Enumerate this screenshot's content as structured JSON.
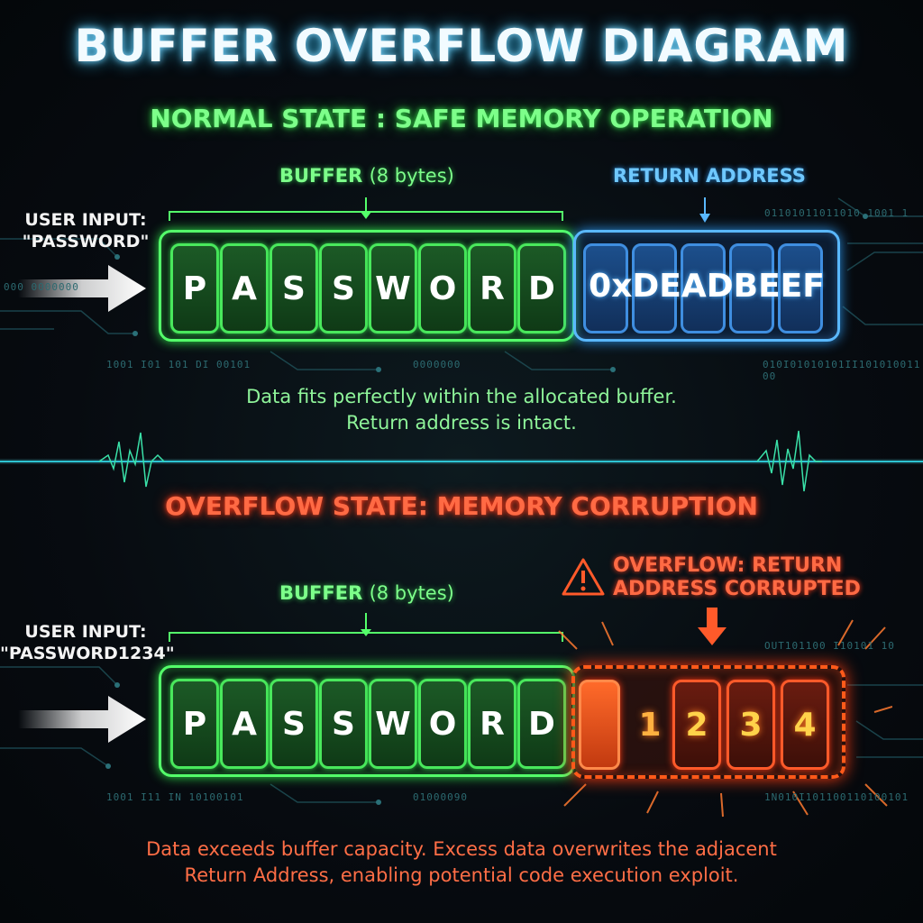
{
  "title": "BUFFER OVERFLOW DIAGRAM",
  "normal": {
    "heading": "NORMAL STATE : SAFE MEMORY OPERATION",
    "buffer_label": "BUFFER",
    "buffer_size": "(8 bytes)",
    "return_label": "RETURN ADDRESS",
    "user_input_label": "USER INPUT:",
    "user_input_value": "\"PASSWORD\"",
    "cells": [
      "P",
      "A",
      "S",
      "S",
      "W",
      "O",
      "R",
      "D"
    ],
    "return_value": "0xDEADBEEF",
    "note_line1": "Data fits perfectly within the allocated buffer.",
    "note_line2": "Return address is intact.",
    "binary_left": "1001 I01 101 DI 00101",
    "binary_mid": "0000000",
    "binary_right": "010I01010101II101010011 00",
    "binary_top_right": "01101011011010 1001 1",
    "binary_left_top": "000 0000000"
  },
  "overflow": {
    "heading": "OVERFLOW STATE: MEMORY CORRUPTION",
    "buffer_label": "BUFFER",
    "buffer_size": "(8 bytes)",
    "user_input_label": "USER INPUT:",
    "user_input_value": "\"PASSWORD1234\"",
    "cells": [
      "P",
      "A",
      "S",
      "S",
      "W",
      "O",
      "R",
      "D"
    ],
    "overflow_cells": [
      "",
      "1",
      "2",
      "3",
      "4"
    ],
    "warning_line1": "OVERFLOW: RETURN",
    "warning_line2": "ADDRESS CORRUPTED",
    "note_line1": "Data exceeds buffer capacity. Excess data overwrites the adjacent",
    "note_line2": "Return Address, enabling potential code execution exploit.",
    "binary_left": "1001 I11 IN 10100101",
    "binary_mid": "01000090",
    "binary_right": "1N010I101100110100101",
    "binary_top_right": "OUT101100 I10101 10"
  },
  "colors": {
    "safe": "#54ff6a",
    "return": "#5ab8ff",
    "danger": "#ff5a1a",
    "background": "#070b10"
  }
}
